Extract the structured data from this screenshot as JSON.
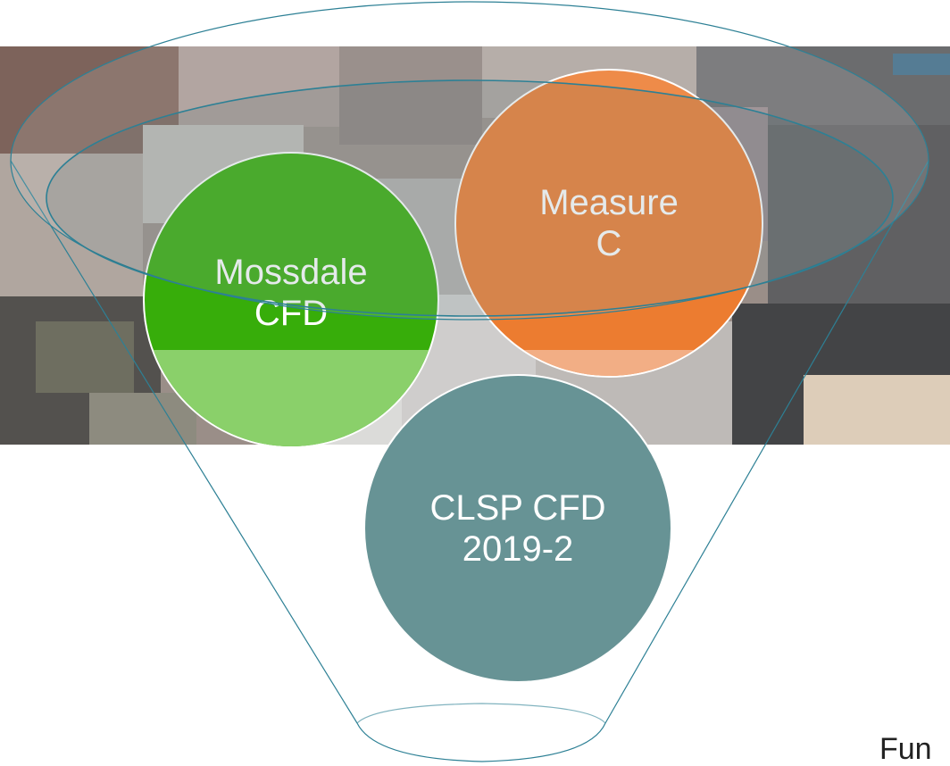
{
  "diagram": {
    "circles": [
      {
        "id": "mossdale",
        "lines": [
          "Mossdale",
          "CFD"
        ],
        "color": "#37ad0a",
        "lower_color": "#8ad06a"
      },
      {
        "id": "measure-c",
        "lines": [
          "Measure",
          "C"
        ],
        "color": "#ec7c30",
        "lower_color": "#f2ae85"
      },
      {
        "id": "clsp",
        "lines": [
          "CLSP CFD",
          "2019-2"
        ],
        "color": "#679395"
      }
    ],
    "funnel_caption": "Fun",
    "funnel_stroke_color": "#2d8095"
  }
}
